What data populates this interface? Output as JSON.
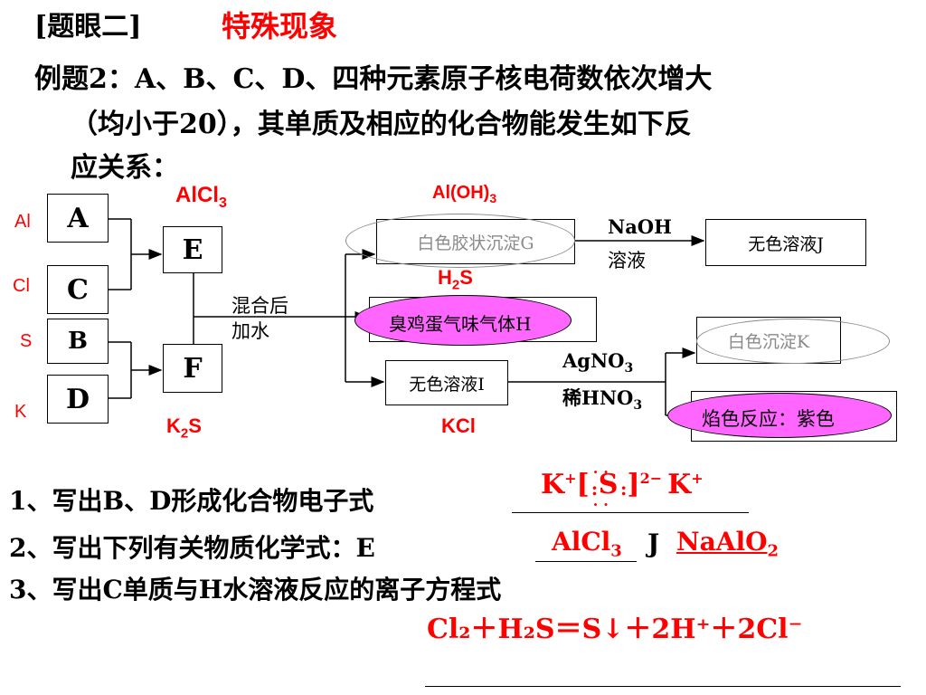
{
  "heading": {
    "bracket": "[题眼二]",
    "topic": "特殊现象"
  },
  "problem": {
    "line1": "例题2：A、B、C、D、四种元素原子核电荷数依次增大",
    "line2": "（均小于20），其单质及相应的化合物能发生如下反",
    "line3": "应关系："
  },
  "left_labels": {
    "al": "Al",
    "cl": "Cl",
    "s": "S",
    "k": "K"
  },
  "boxes": {
    "a": "A",
    "c": "C",
    "b": "B",
    "d": "D",
    "e": "E",
    "f": "F",
    "g": "白色胶状沉淀G",
    "h": "臭鸡蛋气味气体H",
    "i": "无色溶液I",
    "j": "无色溶液J",
    "k": "白色沉淀K",
    "flame": "焰色反应：紫色"
  },
  "annotations": {
    "e_formula_main": "AlCl",
    "e_formula_sub": "3",
    "g_formula_main": "Al(OH)",
    "g_formula_sub": "3",
    "h_formula_main": "H",
    "h_formula_sub": "2",
    "h_formula_tail": "S",
    "f_formula_main": "K",
    "f_formula_sub": "2",
    "f_formula_tail": "S",
    "i_formula": "KCl"
  },
  "conditions": {
    "mix_line1": "混合后",
    "mix_line2": "加水",
    "naoh_line1": "NaOH",
    "naoh_line2": "溶液",
    "agno3_main": "AgNO",
    "agno3_sub": "3",
    "hno3_main": "稀HNO",
    "hno3_sub": "3"
  },
  "questions": {
    "q1": "1、写出B、D形成化合物电子式",
    "q2": "2、写出下列有关物质化学式：E",
    "q2_j": "J",
    "q3": "3、写出C单质与H水溶液反应的离子方程式"
  },
  "answers": {
    "q1_k1": "K",
    "q1_plus1": "+",
    "q1_bracket_open": "[",
    "q1_s": "S",
    "q1_bracket_close": "]",
    "q1_charge": "2−",
    "q1_k2": "K",
    "q1_plus2": "+",
    "q2_e_main": "AlCl",
    "q2_e_sub": "3",
    "q2_j_main": "NaAlO",
    "q2_j_sub": "2",
    "q3_eq": "Cl₂＋H₂S＝S↓＋2H⁺＋2Cl⁻"
  },
  "colors": {
    "accent_red": "#ff0000",
    "highlight_magenta": "#ff66ff",
    "outline_grey": "#8a8a8a"
  }
}
